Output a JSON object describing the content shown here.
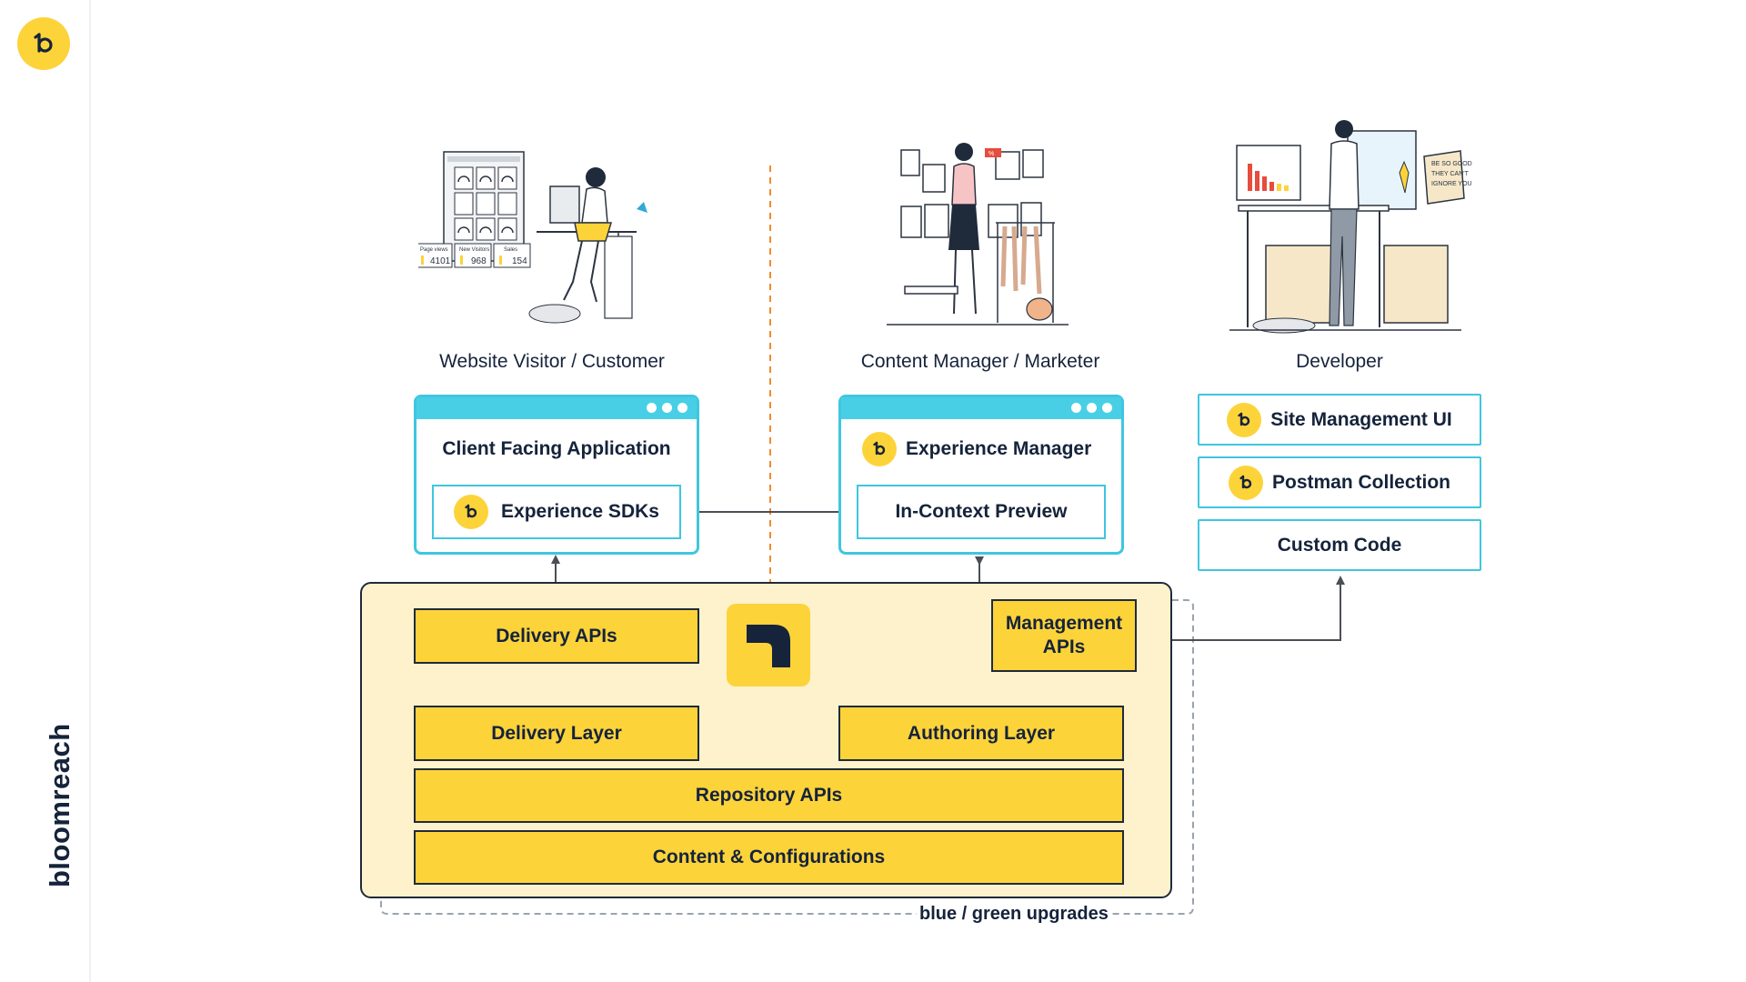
{
  "brand": {
    "name": "bloomreach",
    "accent_yellow": "#fdd33a",
    "accent_cyan": "#48cfe6",
    "text_color": "#15233b"
  },
  "personas": {
    "visitor": "Website Visitor / Customer",
    "marketer": "Content Manager / Marketer",
    "developer": "Developer"
  },
  "illustration": {
    "stats": [
      {
        "label": "Page views",
        "value": "4101"
      },
      {
        "label": "New Visitors",
        "value": "968"
      },
      {
        "label": "Sales",
        "value": "154"
      }
    ],
    "poster": [
      "BE SO GOOD",
      "THEY CAN'T",
      "IGNORE YOU"
    ],
    "sale_tag": "%"
  },
  "client_app": {
    "title": "Client Facing Application",
    "sdk_label": "Experience SDKs"
  },
  "experience_manager": {
    "title": "Experience Manager",
    "preview_label": "In-Context Preview"
  },
  "developer_tools": {
    "items": [
      {
        "label": "Site Management UI",
        "icon": "bloomreach-b-icon"
      },
      {
        "label": "Postman Collection",
        "icon": "bloomreach-b-icon"
      },
      {
        "label": "Custom Code",
        "icon": ""
      }
    ]
  },
  "platform": {
    "delivery_apis": "Delivery APIs",
    "delivery_layer": "Delivery Layer",
    "management_apis": "Management APIs",
    "authoring_layer": "Authoring Layer",
    "repository_apis": "Repository APIs",
    "content_configurations": "Content & Configurations",
    "logo": "bloomreach-content-logo-icon"
  },
  "upgrades_label": "blue / green upgrades"
}
